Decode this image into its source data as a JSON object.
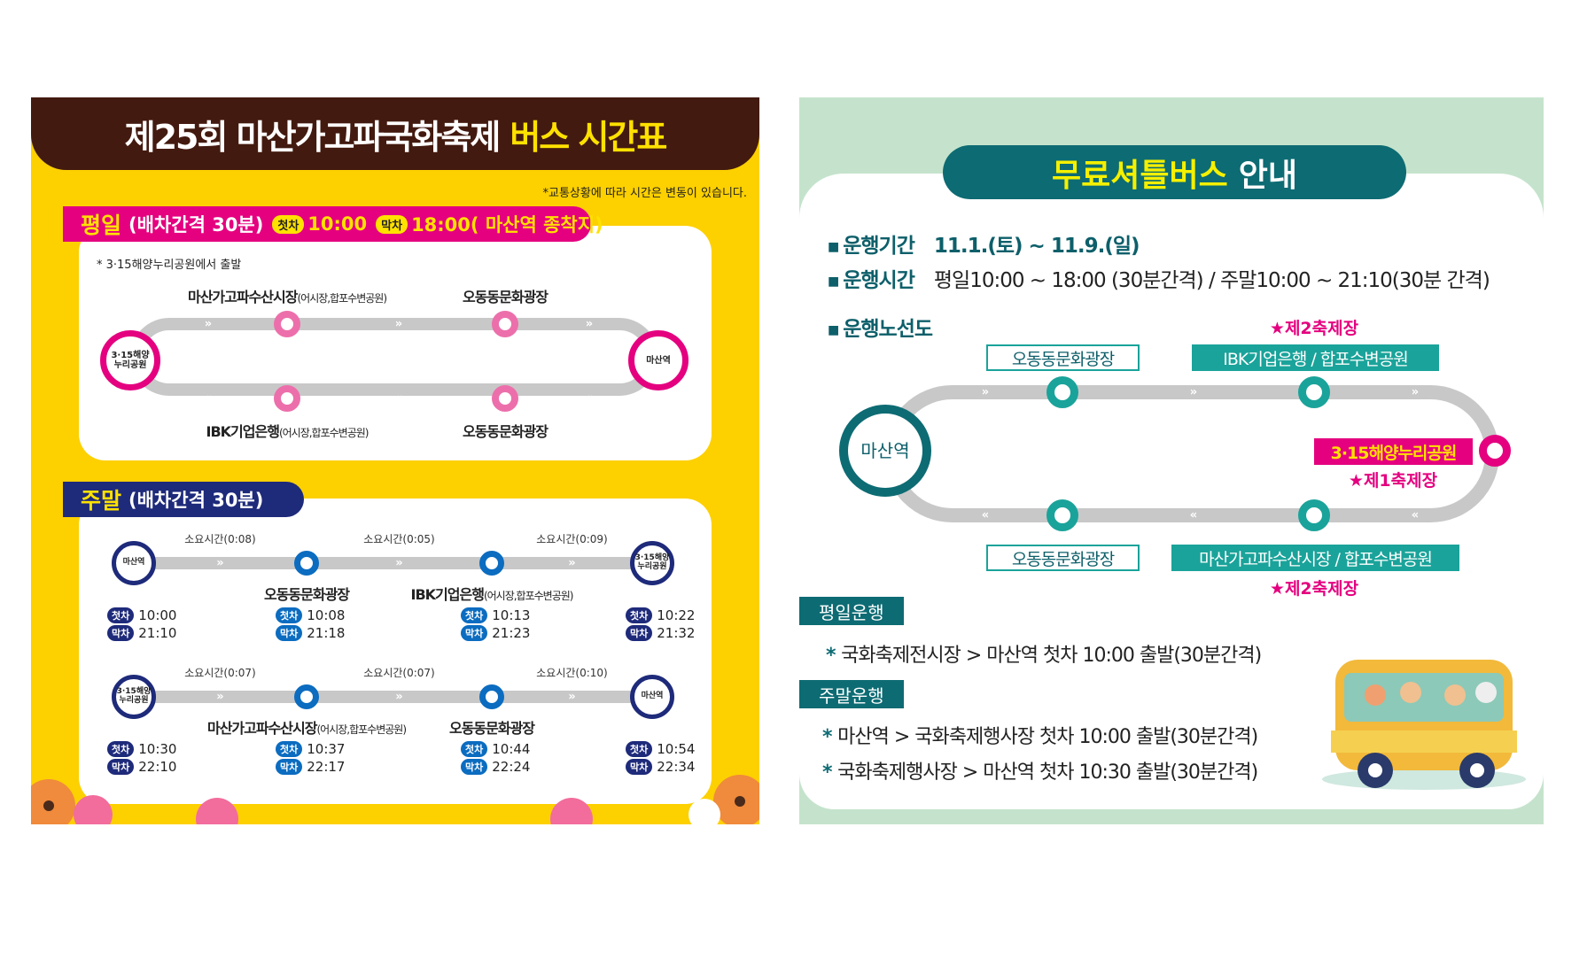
{
  "left": {
    "title_main": "제25회 마산가고파국화축제",
    "title_accent": "버스 시간표",
    "note": "*교통상황에 따라 시간은 변동이 있습니다.",
    "weekday": {
      "label": "평일",
      "interval": "(배차간격 30분)",
      "first_badge": "첫차",
      "first_time": "10:00",
      "last_badge": "막차",
      "last_time": "18:00( 마산역 종착지)",
      "start_note": "* 3·15해양누리공원에서 출발",
      "start_terminal": "3·15해양 누리공원",
      "end_terminal": "마산역",
      "top_stops": [
        {
          "name": "마산가고파수산시장",
          "sub": "(어시장,합포수변공원)"
        },
        {
          "name": "오동동문화광장",
          "sub": ""
        }
      ],
      "bottom_stops": [
        {
          "name": "IBK기업은행",
          "sub": "(어시장,합포수변공원)"
        },
        {
          "name": "오동동문화광장",
          "sub": ""
        }
      ],
      "color": "#e4007f"
    },
    "weekend": {
      "label": "주말",
      "interval": "(배차간격 30분)",
      "first_badge": "첫차",
      "last_badge": "막차",
      "color": "#1e2a7a",
      "routes": [
        {
          "travel": [
            "소요시간(0:08)",
            "소요시간(0:05)",
            "소요시간(0:09)"
          ],
          "stops": [
            {
              "name": "마산역",
              "sub": "",
              "first": "10:00",
              "last": "21:10"
            },
            {
              "name": "오동동문화광장",
              "sub": "",
              "first": "10:08",
              "last": "21:18"
            },
            {
              "name": "IBK기업은행",
              "sub": "(어시장,합포수변공원)",
              "first": "10:13",
              "last": "21:23"
            },
            {
              "name": "3·15해양 누리공원",
              "sub": "",
              "first": "10:22",
              "last": "21:32"
            }
          ]
        },
        {
          "travel": [
            "소요시간(0:07)",
            "소요시간(0:07)",
            "소요시간(0:10)"
          ],
          "stops": [
            {
              "name": "3·15해양 누리공원",
              "sub": "",
              "first": "10:30",
              "last": "22:10"
            },
            {
              "name": "마산가고파수산시장",
              "sub": "(어시장,합포수변공원)",
              "first": "10:37",
              "last": "22:17"
            },
            {
              "name": "오동동문화광장",
              "sub": "",
              "first": "10:44",
              "last": "22:24"
            },
            {
              "name": "마산역",
              "sub": "",
              "first": "10:54",
              "last": "22:34"
            }
          ]
        }
      ]
    }
  },
  "right": {
    "title_accent": "무료셔틀버스",
    "title_main": "안내",
    "period_label": "운행기간",
    "period_value": "11.1.(토) ~ 11.9.(일)",
    "hours_label": "운행시간",
    "hours_value": "평일10:00 ~ 18:00 (30분간격) / 주말10:00 ~ 21:10(30분 간격)",
    "map_label": "운행노선도",
    "terminal": "마산역",
    "top_stops": [
      "오동동문화광장",
      "IBK기업은행 / 합포수변공원"
    ],
    "top_star": "★제2축제장",
    "end_stop": "3·15해양누리공원",
    "end_star": "★제1축제장",
    "bottom_stops": [
      "오동동문화광장",
      "마산가고파수산시장 / 합포수변공원"
    ],
    "bottom_star": "★제2축제장",
    "weekday_tab": "평일운행",
    "weekday_lines": [
      "국화축제전시장 > 마산역 첫차 10:00 출발(30분간격)"
    ],
    "weekend_tab": "주말운행",
    "weekend_lines": [
      "마산역 > 국화축제행사장 첫차 10:00 출발(30분간격)",
      "국화축제행사장 > 마산역 첫차 10:30 출발(30분간격)"
    ],
    "color": "#0d6b73"
  }
}
